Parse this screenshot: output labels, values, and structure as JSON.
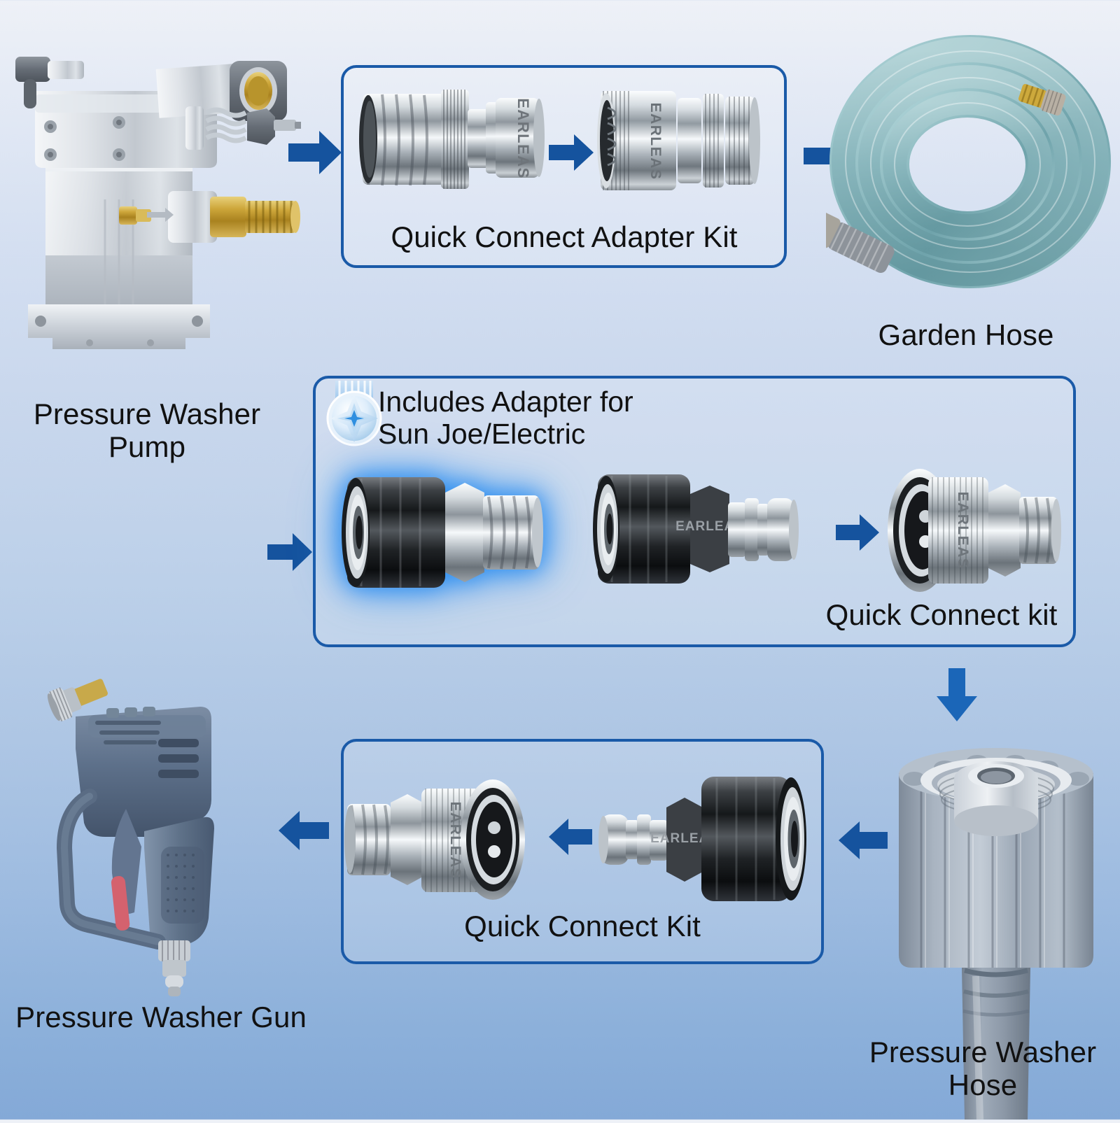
{
  "meta": {
    "kind": "product-infographic",
    "subject": "Pressure washer quick connect adapter kit connection diagram",
    "brand_engraving": "EARLEAS"
  },
  "colors": {
    "arrow_blue": "#15539e",
    "arrow_blue_bright": "#1b66b8",
    "box_border": "#1a5aa8",
    "label_text": "#111111",
    "background_top": "#eef1f7",
    "background_mid": "#c3d4ec",
    "background_bottom": "#84a9d7",
    "hose_teal": "#86b3b8",
    "brass": "#c9a227",
    "gun_body": "#586b84",
    "badge_blue": "#2f8fe0"
  },
  "labels": {
    "pressure_washer_pump": "Pressure Washer\nPump",
    "quick_connect_adapter_kit": "Quick Connect Adapter Kit",
    "garden_hose": "Garden Hose",
    "quick_connect_kit_mid": "Quick Connect kit",
    "quick_connect_kit_bottom": "Quick Connect Kit",
    "pressure_washer_gun": "Pressure Washer Gun",
    "pressure_washer_hose": "Pressure Washer\nHose"
  },
  "badge": {
    "icon": "star-medal-icon",
    "line1": "Includes Adapter for",
    "line2": "Sun Joe/Electric"
  },
  "flow": {
    "rows": [
      {
        "id": "row-top",
        "items": [
          {
            "name": "pressure-washer-pump",
            "label": "Pressure Washer\nPump"
          },
          {
            "name": "quick-connect-adapter-kit",
            "label": "Quick Connect Adapter Kit"
          },
          {
            "name": "garden-hose",
            "label": "Garden Hose"
          }
        ],
        "arrows": [
          "right",
          "right",
          "right"
        ]
      },
      {
        "id": "row-middle",
        "items": [
          {
            "name": "sun-joe-adapter",
            "label": "Includes Adapter for Sun Joe/Electric"
          },
          {
            "name": "quick-connect-kit",
            "label": "Quick Connect kit"
          }
        ],
        "arrows": [
          "right",
          "right"
        ]
      },
      {
        "id": "row-bottom",
        "items": [
          {
            "name": "pressure-washer-gun",
            "label": "Pressure Washer Gun"
          },
          {
            "name": "quick-connect-kit-bottom",
            "label": "Quick Connect Kit"
          },
          {
            "name": "pressure-washer-hose",
            "label": "Pressure Washer\nHose"
          }
        ],
        "arrows": [
          "left",
          "left",
          "left"
        ]
      }
    ],
    "vertical_arrow": "down"
  }
}
